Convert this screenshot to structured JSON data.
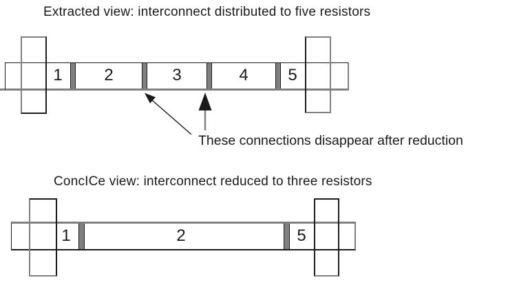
{
  "colors": {
    "ink": "#1a1a1a",
    "gray": "#808080",
    "background": "#ffffff"
  },
  "extracted_view": {
    "title": "Extracted view: interconnect distributed to five resistors",
    "resistor_labels": [
      "1",
      "2",
      "3",
      "4",
      "5"
    ]
  },
  "annotation": {
    "text": "These connections disappear after reduction"
  },
  "concice_view": {
    "title": "ConcICe view: interconnect reduced to three resistors",
    "resistor_labels": [
      "1",
      "2",
      "5"
    ]
  }
}
